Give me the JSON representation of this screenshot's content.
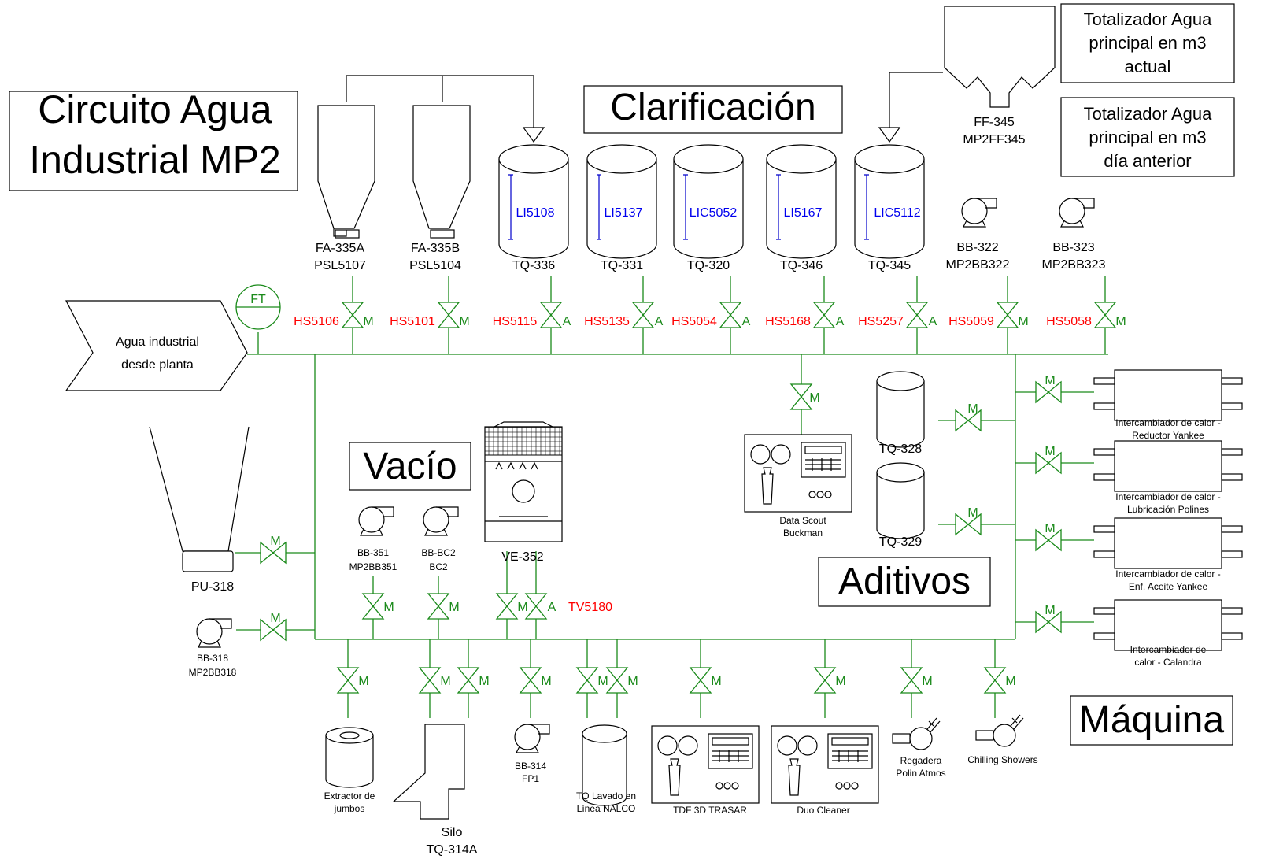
{
  "title": {
    "line1": "Circuito Agua",
    "line2": "Industrial MP2"
  },
  "section_labels": {
    "clarificacion": "Clarificación",
    "vacio": "Vacío",
    "aditivos": "Aditivos",
    "maquina": "Máquina"
  },
  "totalizers": [
    {
      "line1": "Totalizador Agua",
      "line2": "principal en m3",
      "line3": "actual"
    },
    {
      "line1": "Totalizador Agua",
      "line2": "principal en m3",
      "line3": "día anterior"
    }
  ],
  "inlet": {
    "line1": "Agua industrial",
    "line2": "desde planta",
    "ft": "FT"
  },
  "hoppers": [
    {
      "line1": "FA-335A",
      "line2": "PSL5107"
    },
    {
      "line1": "FA-335B",
      "line2": "PSL5104"
    }
  ],
  "feeder": {
    "line1": "FF-345",
    "line2": "MP2FF345"
  },
  "tanks": [
    {
      "name": "TQ-336",
      "level": "LI5108"
    },
    {
      "name": "TQ-331",
      "level": "LI5137"
    },
    {
      "name": "TQ-320",
      "level": "LIC5052"
    },
    {
      "name": "TQ-346",
      "level": "LI5167"
    },
    {
      "name": "TQ-345",
      "level": "LIC5112"
    }
  ],
  "top_pumps": [
    {
      "line1": "BB-322",
      "line2": "MP2BB322"
    },
    {
      "line1": "BB-323",
      "line2": "MP2BB323"
    }
  ],
  "top_valves": [
    {
      "tag": "HS5106",
      "mode": "M"
    },
    {
      "tag": "HS5101",
      "mode": "M"
    },
    {
      "tag": "HS5115",
      "mode": "A"
    },
    {
      "tag": "HS5135",
      "mode": "A"
    },
    {
      "tag": "HS5054",
      "mode": "A"
    },
    {
      "tag": "HS5168",
      "mode": "A"
    },
    {
      "tag": "HS5257",
      "mode": "A"
    },
    {
      "tag": "HS5059",
      "mode": "M"
    },
    {
      "tag": "HS5058",
      "mode": "M"
    }
  ],
  "valve_mode_m": "M",
  "valve_mode_a": "A",
  "vacuum": {
    "pump1": {
      "line1": "BB-351",
      "line2": "MP2BB351"
    },
    "pump2": {
      "line1": "BB-BC2",
      "line2": "BC2"
    },
    "vessel": "VE-352",
    "control_valve": "TV5180"
  },
  "left": {
    "pu": "PU-318",
    "pump": {
      "line1": "BB-318",
      "line2": "MP2BB318"
    }
  },
  "additives": {
    "data_scout": {
      "line1": "Data Scout",
      "line2": "Buckman"
    },
    "tq328": "TQ-328",
    "tq329": "TQ-329"
  },
  "exchangers": [
    {
      "line1": "Intercambiador de calor -",
      "line2": "Reductor Yankee"
    },
    {
      "line1": "Intercambiador de calor -",
      "line2": "Lubricación Polines"
    },
    {
      "line1": "Intercambiador de calor -",
      "line2": "Enf. Aceite Yankee"
    },
    {
      "line1": "Intercambiador de",
      "line2": "calor - Calandra"
    }
  ],
  "bottom": {
    "extractor": {
      "line1": "Extractor de",
      "line2": "jumbos"
    },
    "silo": {
      "line1": "Silo",
      "line2": "TQ-314A"
    },
    "bb314": {
      "line1": "BB-314",
      "line2": "FP1"
    },
    "tq_lavado": {
      "line1": "TQ Lavado en",
      "line2": "Línea NALCO"
    },
    "tdf": "TDF 3D TRASAR",
    "duo": "Duo Cleaner",
    "regadera": {
      "line1": "Regadera",
      "line2": "Polin Atmos"
    },
    "chilling": "Chilling Showers"
  }
}
